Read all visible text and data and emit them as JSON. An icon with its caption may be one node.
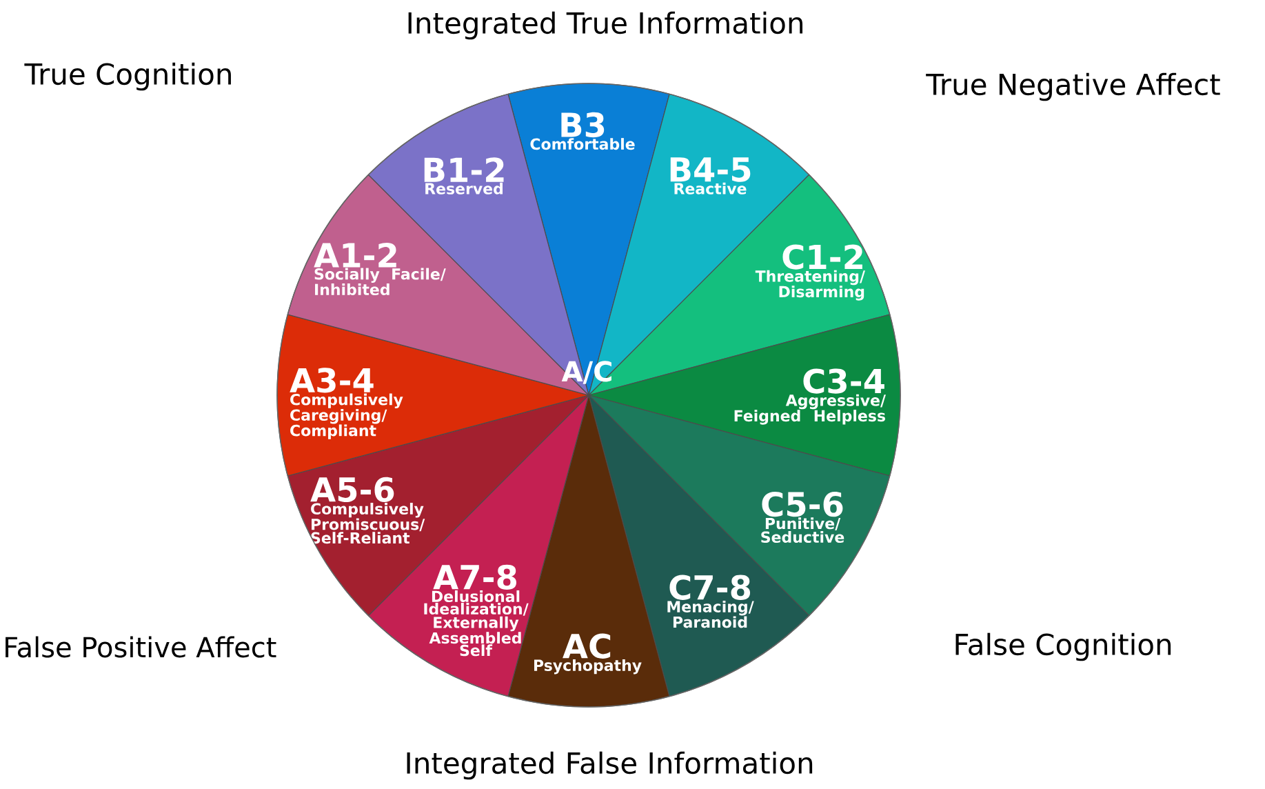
{
  "diagram": {
    "nodes": [
      {
        "text": [
          "B3",
          "Comfortable"
        ]
      },
      {
        "text": [
          "B4-5",
          "Reactive"
        ]
      },
      {
        "text": [
          "C1-2",
          "Threatening/ Disarming"
        ]
      },
      {
        "text": [
          "C3-4",
          "Aggressive/ Feigned Helpless"
        ]
      },
      {
        "text": [
          "C5-6",
          "Punitive/ Seductive"
        ]
      },
      {
        "text": [
          "C7-8",
          "Menacing/ Paranoid"
        ]
      },
      {
        "text": [
          "AC",
          "Psychopathy"
        ]
      },
      {
        "text": [
          "A7-8",
          "Delusional Idealization/ Externally Assembled Self"
        ]
      },
      {
        "text": [
          "A5-6",
          "Compulsively Promiscuous/ Self-Reliant"
        ]
      },
      {
        "text": [
          "A3-4",
          "Compulsively Caregiving/ Compliant"
        ]
      },
      {
        "text": [
          "A1-2",
          "Socially Facile/ Inhibited"
        ]
      },
      {
        "text": [
          "B1-2",
          "Reserved"
        ]
      }
    ],
    "labels": [
      "Integrated True Information",
      "True Cognition",
      "True Negative Affect",
      "A/C",
      "False Positive Affect",
      "False Cognition",
      "Integrated False Information"
    ]
  }
}
